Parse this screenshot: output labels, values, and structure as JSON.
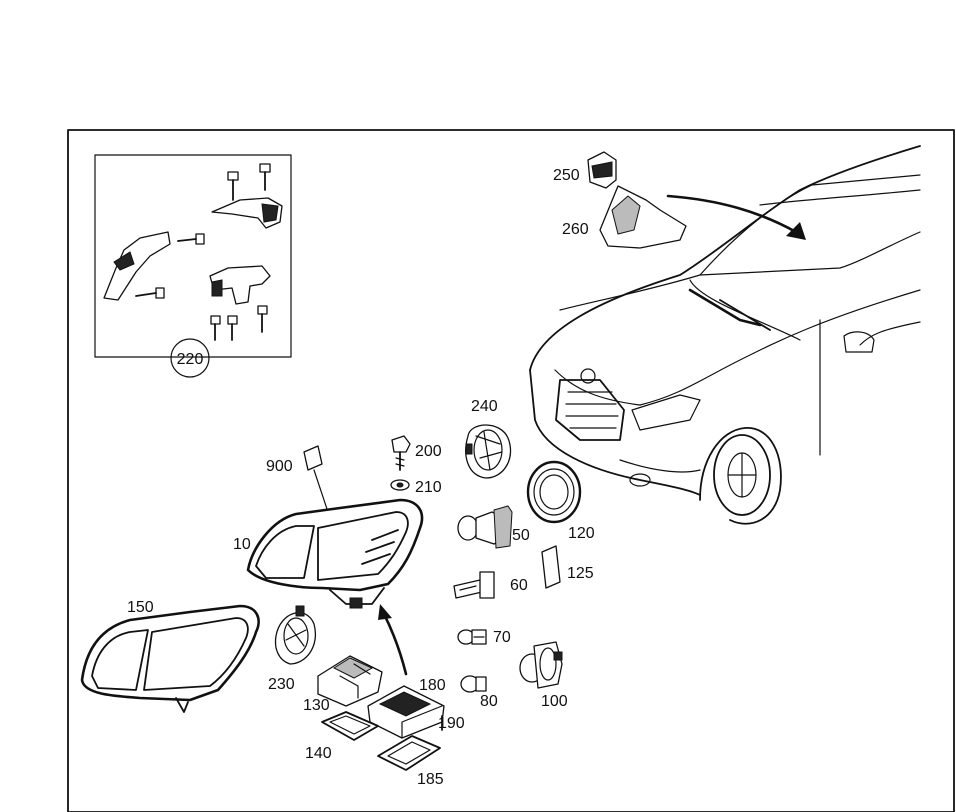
{
  "labels": {
    "p220": "220",
    "p250": "250",
    "p260": "260",
    "p240": "240",
    "p200": "200",
    "p210": "210",
    "p900": "900",
    "p10": "10",
    "p50": "50",
    "p120": "120",
    "p125": "125",
    "p60": "60",
    "p150": "150",
    "p70": "70",
    "p230": "230",
    "p180": "180",
    "p100": "100",
    "p130": "130",
    "p80": "80",
    "p190": "190",
    "p140": "140",
    "p185": "185"
  }
}
